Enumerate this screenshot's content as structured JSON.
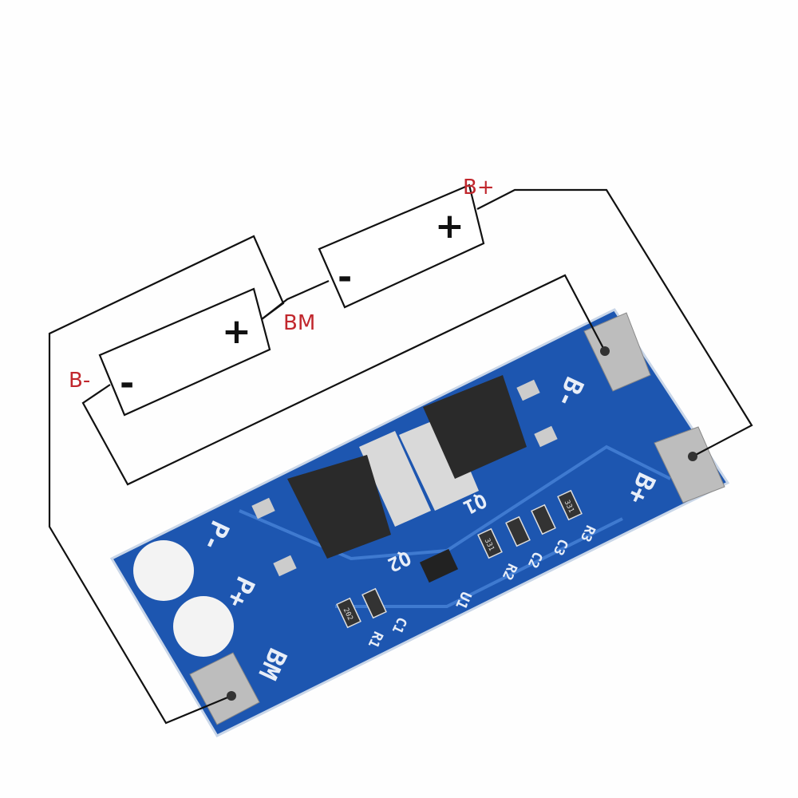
{
  "diagram": {
    "wire_labels": {
      "b_plus": "B+",
      "bm": "BM",
      "b_minus": "B-"
    },
    "cells": [
      {
        "plus": "+",
        "minus": "-"
      },
      {
        "plus": "+",
        "minus": "-"
      }
    ],
    "board": {
      "pads": {
        "b_minus": "B-",
        "b_plus": "B+",
        "p_minus": "P-",
        "p_plus": "P+",
        "bm": "BM"
      },
      "components": {
        "q1": "Q1",
        "q2": "Q2",
        "u1": "U1",
        "r1": "R1",
        "c1": "C1",
        "r2": "R2",
        "c2": "C2",
        "c3": "C3",
        "r3": "R3"
      },
      "resistor_codes": {
        "r1": "202",
        "r2": "331",
        "r3": "331"
      }
    },
    "colors": {
      "board": "#1d56b0",
      "label": "#c1272d",
      "wire": "#111111"
    }
  }
}
